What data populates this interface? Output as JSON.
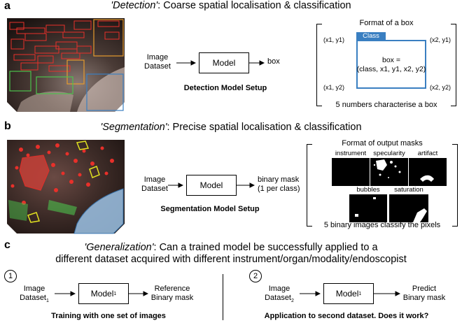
{
  "section_a": {
    "letter": "a",
    "title_italic": "'Detection'",
    "title_rest": ": Coarse spatial localisation & classification",
    "input_line1": "Image",
    "input_line2": "Dataset",
    "model": "Model",
    "output": "box",
    "caption": "Detection Model Setup",
    "format_title": "Format of a box",
    "class_tag": "Class",
    "box_line1": "box =",
    "box_line2": "(class, x1, y1, x2, y2)",
    "corner_tl": "(x1, y1)",
    "corner_tr": "(x2, y1)",
    "corner_bl": "(x1, y2)",
    "corner_br": "(x2, y2)",
    "footer": "5 numbers characterise a box"
  },
  "section_b": {
    "letter": "b",
    "title_italic": "'Segmentation'",
    "title_rest": ": Precise spatial localisation & classification",
    "input_line1": "Image",
    "input_line2": "Dataset",
    "model": "Model",
    "output_line1": "binary mask",
    "output_line2": "(1 per class)",
    "caption": "Segmentation Model Setup",
    "format_title": "Format of output masks",
    "masks": [
      "instrument",
      "specularity",
      "artifact",
      "bubbles",
      "saturation"
    ],
    "footer": "5 binary images classify the pixels"
  },
  "section_c": {
    "letter": "c",
    "title_line1_italic": "'Generalization'",
    "title_line1_rest": ": Can a trained model be successfully applied to a",
    "title_line2": "different dataset acquired with different instrument/organ/modality/endoscopist",
    "left": {
      "step": "1",
      "input_line1": "Image",
      "input_line2": "Dataset",
      "input_sub": "1",
      "model": "Model",
      "model_sub": "1",
      "output_line1": "Reference",
      "output_line2": "Binary mask",
      "caption": "Training with one set of images"
    },
    "right": {
      "step": "2",
      "input_line1": "Image",
      "input_line2": "Dataset",
      "input_sub": "2",
      "model": "Model",
      "model_sub": "1",
      "output_line1": "Predict",
      "output_line2": "Binary mask",
      "caption": "Application to second dataset. Does it work?"
    }
  },
  "colors": {
    "class_blue": "#3a7fc1",
    "annotation_red": "#e8302a",
    "annotation_green": "#4cc24c",
    "annotation_orange": "#e69b2e",
    "annotation_yellow": "#e0e020"
  }
}
